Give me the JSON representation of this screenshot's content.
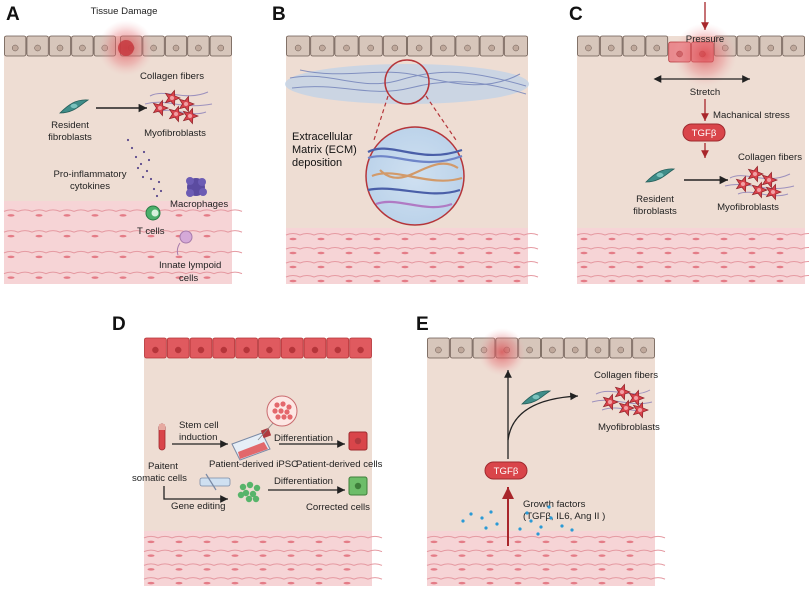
{
  "panels": {
    "A": {
      "letter": "A",
      "tissue_damage": "Tissue Damage",
      "collagen_fibers": "Collagen fibers",
      "resident_fibroblasts_1": "Resident",
      "resident_fibroblasts_2": "fibroblasts",
      "myofibroblasts": "Myofibroblasts",
      "cytokines_1": "Pro-inflammatory",
      "cytokines_2": "cytokines",
      "macrophages": "Macrophages",
      "t_cells": "T cells",
      "ilc_1": "Innate lympoid",
      "ilc_2": "cells"
    },
    "B": {
      "letter": "B",
      "ecm_1": "Extracellular",
      "ecm_2": "Matrix (ECM)",
      "ecm_3": "deposition"
    },
    "C": {
      "letter": "C",
      "pressure": "Pressure",
      "stretch": "Stretch",
      "mechanical_stress": "Machanical stress",
      "tgfb": "TGFβ",
      "collagen_fibers": "Collagen fibers",
      "resident_fibroblasts_1": "Resident",
      "resident_fibroblasts_2": "fibroblasts",
      "myofibroblasts": "Myofibroblasts"
    },
    "D": {
      "letter": "D",
      "stem_cell_1": "Stem cell",
      "stem_cell_2": "induction",
      "differentiation_1": "Differentiation",
      "patient_1": "Paitent",
      "patient_2": "somatic cells",
      "patient_ipsc": "Patient-derived iPSC",
      "patient_cells": "Patient-derived cells",
      "gene_editing": "Gene editing",
      "differentiation_2": "Differentiation",
      "corrected_cells": "Corrected cells"
    },
    "E": {
      "letter": "E",
      "collagen_fibers": "Collagen fibers",
      "myofibroblasts": "Myofibroblasts",
      "tgfb": "TGFβ",
      "growth_factors_1": "Growth factors",
      "growth_factors_2": "(TGFβ, IL6, Ang II )"
    }
  },
  "colors": {
    "tissue": "#eeddd3",
    "cell_fill": "#d7c6bb",
    "cell_stroke": "#6b5a52",
    "muscle": "#f6d4d6",
    "muscle_line": "#e59aa2",
    "red_cell": "#e05a5f",
    "red_dark": "#b5353a",
    "tgfb_fill": "#d9454a",
    "fibroblast": "#3f8d89",
    "myofibroblast": "#d8434c",
    "arrow": "#222222",
    "red_arrow": "#a8262b",
    "dot_blue": "#2a9ad6"
  }
}
